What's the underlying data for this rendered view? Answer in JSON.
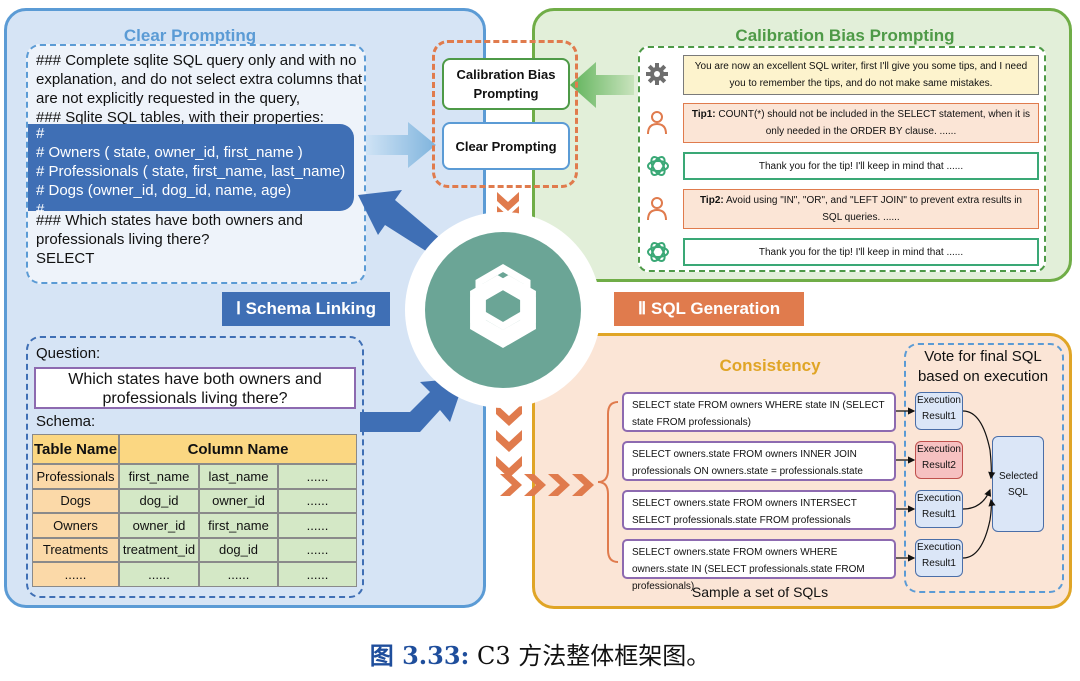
{
  "clear_panel": {
    "title": "Clear Prompting",
    "prompt_lines_top": [
      "### Complete sqlite SQL query only and with no",
      "explanation, and do not select extra columns that",
      "are not explicitly requested in the query,",
      "### Sqlite SQL tables, with their properties:"
    ],
    "schema_lines": [
      "#",
      "# Owners ( state, owner_id, first_name )",
      "# Professionals ( state, first_name, last_name)",
      "# Dogs (owner_id, dog_id, name, age)",
      "#"
    ],
    "prompt_lines_bottom": [
      "### Which states have both owners and",
      "professionals living there?",
      "SELECT"
    ]
  },
  "schema_linking_label": "Ⅰ  Schema Linking",
  "sql_generation_label": "Ⅱ  SQL Generation",
  "question_box": {
    "question_label": "Question:",
    "question_text": "Which states have both owners and professionals living there?",
    "schema_label": "Schema:",
    "table_header": [
      "Table Name",
      "Column Name"
    ],
    "rows": [
      [
        "Professionals",
        "first_name",
        "last_name",
        "......"
      ],
      [
        "Dogs",
        "dog_id",
        "owner_id",
        "......"
      ],
      [
        "Owners",
        "owner_id",
        "first_name",
        "......"
      ],
      [
        "Treatments",
        "treatment_id",
        "dog_id",
        "......"
      ],
      [
        "......",
        "......",
        "......",
        "......"
      ]
    ]
  },
  "center_boxes": {
    "calibration": "Calibration Bias Prompting",
    "clear": "Clear Prompting"
  },
  "calib_panel": {
    "title": "Calibration Bias Prompting",
    "messages": [
      {
        "role": "system",
        "icon": "gear-icon",
        "text": "You are now an excellent SQL writer, first I'll give you some tips, and I need you to remember the tips, and do not make same mistakes."
      },
      {
        "role": "user",
        "icon": "user-icon",
        "bold": "Tip1:",
        "text": " COUNT(*) should not be included in the SELECT statement, when it is only needed in the ORDER BY clause. ......"
      },
      {
        "role": "assistant",
        "icon": "openai-icon",
        "text": "Thank you for the tip! I'll keep in mind that ......"
      },
      {
        "role": "user",
        "icon": "user-icon",
        "bold": "Tip2:",
        "text": " Avoid using \"IN\", \"OR\", and \"LEFT JOIN\" to prevent extra results in SQL queries. ......"
      },
      {
        "role": "assistant",
        "icon": "openai-icon",
        "text": "Thank you for the tip! I'll keep in mind that ......"
      }
    ]
  },
  "consistency_panel": {
    "title": "Consistency",
    "vote_label": "Vote for final SQL based on execution",
    "sample_label": "Sample a set of SQLs",
    "sqls": [
      "SELECT state FROM owners WHERE state IN (SELECT state FROM professionals)",
      "SELECT owners.state FROM owners INNER JOIN professionals ON owners.state = professionals.state",
      "SELECT owners.state FROM owners INTERSECT SELECT professionals.state FROM professionals",
      "SELECT owners.state FROM owners WHERE owners.state IN (SELECT professionals.state FROM professionals)"
    ],
    "results": [
      "Execution Result1",
      "Execution Result2",
      "Execution Result1",
      "Execution Result1"
    ],
    "selected": "Selected SQL"
  },
  "caption": {
    "prefix": "图 3.33:",
    "text": " C3 方法整体框架图。"
  },
  "colors": {
    "blue_panel": "#d6e4f5",
    "blue_border": "#5b9bd5",
    "green_panel": "#e2efd9",
    "green_border": "#70ad47",
    "orange_panel": "#fbe5d6",
    "orange_border": "#e0a526",
    "schema_highlight": "#3f6fb5",
    "logo": "#6ba596",
    "sql_gen_label": "#e07b4d",
    "caption_blue": "#1f4e9c"
  }
}
